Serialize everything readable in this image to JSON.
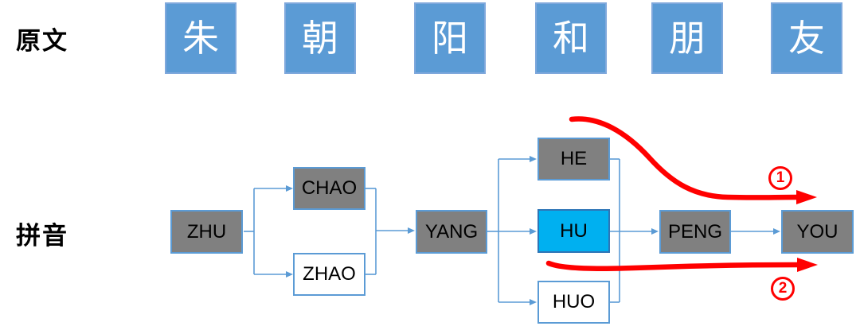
{
  "labels": {
    "original_row": "原文",
    "pinyin_row": "拼音"
  },
  "original_text": {
    "characters": [
      "朱",
      "朝",
      "阳",
      "和",
      "朋",
      "友"
    ]
  },
  "pinyin_lattice": {
    "nodes": [
      {
        "id": "zhu",
        "label": "ZHU",
        "style": "gray"
      },
      {
        "id": "chao",
        "label": "CHAO",
        "style": "gray"
      },
      {
        "id": "zhao",
        "label": "ZHAO",
        "style": "white"
      },
      {
        "id": "yang",
        "label": "YANG",
        "style": "gray"
      },
      {
        "id": "he",
        "label": "HE",
        "style": "gray"
      },
      {
        "id": "hu",
        "label": "HU",
        "style": "cyan-highlight"
      },
      {
        "id": "huo",
        "label": "HUO",
        "style": "white"
      },
      {
        "id": "peng",
        "label": "PENG",
        "style": "gray"
      },
      {
        "id": "you",
        "label": "YOU",
        "style": "gray"
      }
    ]
  },
  "annotations": {
    "arrow1_label": "1",
    "arrow2_label": "2"
  },
  "colors": {
    "hanzi_box_fill": "#5B9BD5",
    "hanzi_box_border": "#7FA8DC",
    "node_gray_fill": "#808080",
    "node_border_blue": "#5B9BD5",
    "node_highlight_fill": "#00B0F0",
    "node_highlight_border": "#2E75B6",
    "connector": "#5B9BD5",
    "annotation_red": "#FF0000",
    "text_black": "#000000",
    "text_white": "#FFFFFF"
  }
}
